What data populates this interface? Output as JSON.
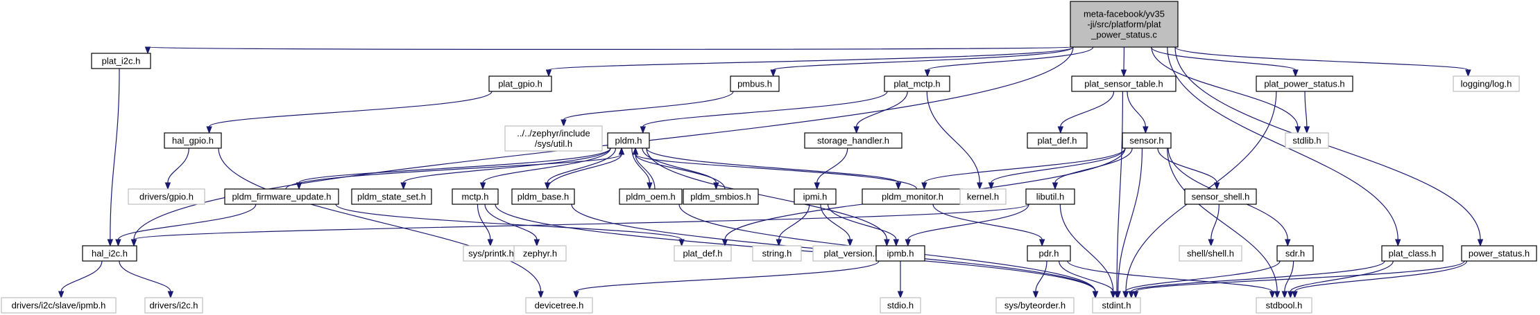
{
  "diagram": {
    "colors": {
      "edge": "#191970",
      "root_fill": "#bfbfbf",
      "local_border": "#000000",
      "system_border": "#bfbfbf",
      "background": "#ffffff"
    },
    "nodes": [
      {
        "id": "root",
        "kind": "root",
        "lines": [
          "meta-facebook/yv35",
          "-ji/src/platform/plat",
          "_power_status.c"
        ]
      },
      {
        "id": "plat_i2c",
        "kind": "local",
        "lines": [
          "plat_i2c.h"
        ]
      },
      {
        "id": "plat_gpio",
        "kind": "local",
        "lines": [
          "plat_gpio.h"
        ]
      },
      {
        "id": "pmbus",
        "kind": "local",
        "lines": [
          "pmbus.h"
        ]
      },
      {
        "id": "plat_mctp",
        "kind": "local",
        "lines": [
          "plat_mctp.h"
        ]
      },
      {
        "id": "plat_sensor_table",
        "kind": "local",
        "lines": [
          "plat_sensor_table.h"
        ]
      },
      {
        "id": "plat_power_status",
        "kind": "local",
        "lines": [
          "plat_power_status.h"
        ]
      },
      {
        "id": "logging_log",
        "kind": "system",
        "lines": [
          "logging/log.h"
        ]
      },
      {
        "id": "stdlib",
        "kind": "system",
        "lines": [
          "stdlib.h"
        ]
      },
      {
        "id": "zephyr_util",
        "kind": "system",
        "lines": [
          "../../zephyr/include",
          "/sys/util.h"
        ]
      },
      {
        "id": "hal_gpio",
        "kind": "local",
        "lines": [
          "hal_gpio.h"
        ]
      },
      {
        "id": "pldm",
        "kind": "local",
        "lines": [
          "pldm.h"
        ]
      },
      {
        "id": "storage_handler",
        "kind": "local",
        "lines": [
          "storage_handler.h"
        ]
      },
      {
        "id": "plat_def_top",
        "kind": "local",
        "lines": [
          "plat_def.h"
        ]
      },
      {
        "id": "sensor",
        "kind": "local",
        "lines": [
          "sensor.h"
        ]
      },
      {
        "id": "drivers_gpio",
        "kind": "system",
        "lines": [
          "drivers/gpio.h"
        ]
      },
      {
        "id": "pldm_firmware_update",
        "kind": "local",
        "lines": [
          "pldm_firmware_update.h"
        ]
      },
      {
        "id": "pldm_state_set",
        "kind": "local",
        "lines": [
          "pldm_state_set.h"
        ]
      },
      {
        "id": "mctp",
        "kind": "local",
        "lines": [
          "mctp.h"
        ]
      },
      {
        "id": "pldm_base",
        "kind": "local",
        "lines": [
          "pldm_base.h"
        ]
      },
      {
        "id": "pldm_oem",
        "kind": "local",
        "lines": [
          "pldm_oem.h"
        ]
      },
      {
        "id": "pldm_smbios",
        "kind": "local",
        "lines": [
          "pldm_smbios.h"
        ]
      },
      {
        "id": "ipmi",
        "kind": "local",
        "lines": [
          "ipmi.h"
        ]
      },
      {
        "id": "pldm_monitor",
        "kind": "local",
        "lines": [
          "pldm_monitor.h"
        ]
      },
      {
        "id": "kernel",
        "kind": "system",
        "lines": [
          "kernel.h"
        ]
      },
      {
        "id": "libutil",
        "kind": "local",
        "lines": [
          "libutil.h"
        ]
      },
      {
        "id": "sensor_shell",
        "kind": "local",
        "lines": [
          "sensor_shell.h"
        ]
      },
      {
        "id": "hal_i2c",
        "kind": "local",
        "lines": [
          "hal_i2c.h"
        ]
      },
      {
        "id": "sys_printk",
        "kind": "system",
        "lines": [
          "sys/printk.h"
        ]
      },
      {
        "id": "zephyr_h",
        "kind": "system",
        "lines": [
          "zephyr.h"
        ]
      },
      {
        "id": "plat_def_sys",
        "kind": "system",
        "lines": [
          "plat_def.h"
        ]
      },
      {
        "id": "string",
        "kind": "system",
        "lines": [
          "string.h"
        ]
      },
      {
        "id": "plat_version",
        "kind": "system",
        "lines": [
          "plat_version.h"
        ]
      },
      {
        "id": "ipmb",
        "kind": "local",
        "lines": [
          "ipmb.h"
        ]
      },
      {
        "id": "pdr",
        "kind": "local",
        "lines": [
          "pdr.h"
        ]
      },
      {
        "id": "shell_shell",
        "kind": "system",
        "lines": [
          "shell/shell.h"
        ]
      },
      {
        "id": "sdr",
        "kind": "local",
        "lines": [
          "sdr.h"
        ]
      },
      {
        "id": "plat_class",
        "kind": "local",
        "lines": [
          "plat_class.h"
        ]
      },
      {
        "id": "power_status",
        "kind": "local",
        "lines": [
          "power_status.h"
        ]
      },
      {
        "id": "drivers_i2c_slave_ipmb",
        "kind": "system",
        "lines": [
          "drivers/i2c/slave/ipmb.h"
        ]
      },
      {
        "id": "drivers_i2c",
        "kind": "system",
        "lines": [
          "drivers/i2c.h"
        ]
      },
      {
        "id": "devicetree",
        "kind": "system",
        "lines": [
          "devicetree.h"
        ]
      },
      {
        "id": "stdio",
        "kind": "system",
        "lines": [
          "stdio.h"
        ]
      },
      {
        "id": "stdint",
        "kind": "system",
        "lines": [
          "stdint.h"
        ]
      },
      {
        "id": "sys_byteorder",
        "kind": "system",
        "lines": [
          "sys/byteorder.h"
        ]
      },
      {
        "id": "stdbool",
        "kind": "system",
        "lines": [
          "stdbool.h"
        ]
      }
    ],
    "edges": [
      [
        "root",
        "plat_i2c"
      ],
      [
        "root",
        "plat_gpio"
      ],
      [
        "root",
        "pmbus"
      ],
      [
        "root",
        "plat_mctp"
      ],
      [
        "root",
        "plat_sensor_table"
      ],
      [
        "root",
        "plat_power_status"
      ],
      [
        "root",
        "logging_log"
      ],
      [
        "root",
        "stdlib"
      ],
      [
        "root",
        "hal_i2c"
      ],
      [
        "root",
        "plat_class"
      ],
      [
        "root",
        "power_status"
      ],
      [
        "plat_i2c",
        "hal_i2c"
      ],
      [
        "plat_gpio",
        "hal_gpio"
      ],
      [
        "pmbus",
        "zephyr_util"
      ],
      [
        "plat_mctp",
        "pldm"
      ],
      [
        "plat_mctp",
        "storage_handler"
      ],
      [
        "plat_mctp",
        "kernel"
      ],
      [
        "plat_sensor_table",
        "plat_def_top"
      ],
      [
        "plat_sensor_table",
        "sensor"
      ],
      [
        "plat_sensor_table",
        "stdint"
      ],
      [
        "plat_power_status",
        "stdlib"
      ],
      [
        "plat_power_status",
        "stdint"
      ],
      [
        "hal_gpio",
        "drivers_gpio"
      ],
      [
        "hal_gpio",
        "devicetree"
      ],
      [
        "pldm",
        "pldm_firmware_update"
      ],
      [
        "pldm",
        "pldm_state_set"
      ],
      [
        "pldm",
        "mctp"
      ],
      [
        "pldm",
        "pldm_base"
      ],
      [
        "pldm",
        "pldm_oem"
      ],
      [
        "pldm",
        "pldm_smbios"
      ],
      [
        "pldm",
        "pldm_monitor"
      ],
      [
        "pldm",
        "ipmb"
      ],
      [
        "pldm_firmware_update",
        "pldm"
      ],
      [
        "pldm_base",
        "pldm"
      ],
      [
        "pldm_oem",
        "pldm"
      ],
      [
        "pldm_smbios",
        "pldm"
      ],
      [
        "pldm_monitor",
        "pldm"
      ],
      [
        "pldm_firmware_update",
        "hal_i2c"
      ],
      [
        "pldm_firmware_update",
        "plat_def_sys"
      ],
      [
        "mctp",
        "sys_printk"
      ],
      [
        "mctp",
        "zephyr_h"
      ],
      [
        "mctp",
        "stdint"
      ],
      [
        "pldm_base",
        "stdint"
      ],
      [
        "pldm_oem",
        "stdint"
      ],
      [
        "storage_handler",
        "ipmi"
      ],
      [
        "ipmi",
        "string"
      ],
      [
        "ipmi",
        "plat_version"
      ],
      [
        "ipmi",
        "ipmb"
      ],
      [
        "ipmb",
        "devicetree"
      ],
      [
        "ipmb",
        "stdio"
      ],
      [
        "pldm_monitor",
        "pdr"
      ],
      [
        "sensor",
        "pldm_monitor"
      ],
      [
        "sensor",
        "kernel"
      ],
      [
        "sensor",
        "plat_def_sys"
      ],
      [
        "sensor",
        "libutil"
      ],
      [
        "sensor",
        "sensor_shell"
      ],
      [
        "sensor",
        "sdr"
      ],
      [
        "sensor",
        "stdint"
      ],
      [
        "sensor",
        "stdbool"
      ],
      [
        "libutil",
        "hal_i2c"
      ],
      [
        "libutil",
        "ipmb"
      ],
      [
        "libutil",
        "stdint"
      ],
      [
        "sensor_shell",
        "shell_shell"
      ],
      [
        "pdr",
        "sys_byteorder"
      ],
      [
        "pdr",
        "stdint"
      ],
      [
        "pdr",
        "stdbool"
      ],
      [
        "sdr",
        "stdint"
      ],
      [
        "sdr",
        "stdbool"
      ],
      [
        "hal_i2c",
        "drivers_i2c_slave_ipmb"
      ],
      [
        "hal_i2c",
        "drivers_i2c"
      ],
      [
        "plat_class",
        "stdint"
      ],
      [
        "plat_class",
        "stdbool"
      ],
      [
        "power_status",
        "stdint"
      ],
      [
        "power_status",
        "stdbool"
      ]
    ]
  }
}
